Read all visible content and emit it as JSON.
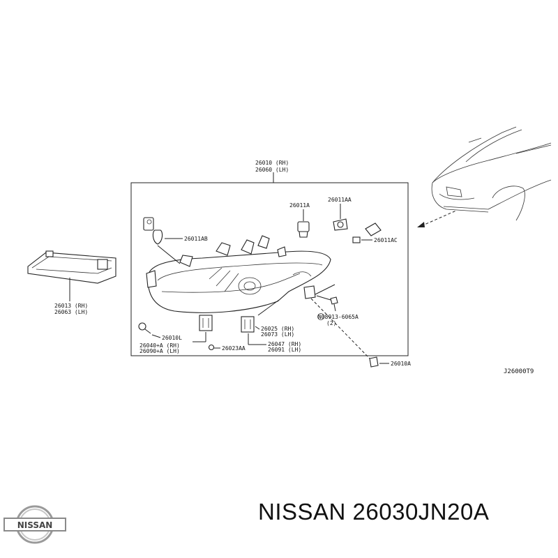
{
  "callouts": {
    "assembly_rh": "26010 (RH)",
    "assembly_lh": "26060 (LH)",
    "bulb_26011A": "26011A",
    "bulb_26011AA": "26011AA",
    "bulb_26011AB": "26011AB",
    "socket_26011AC": "26011AC",
    "bolt_26010L": "26010L",
    "harness_rh": "26040+A (RH)",
    "harness_lh": "26090+A (LH)",
    "screw_26023AA": "26023AA",
    "seal_rh": "26025 (RH)",
    "seal_lh": "26073 (LH)",
    "sub_rh": "26047 (RH)",
    "sub_lh": "26091 (LH)",
    "bolt_code": "N08913-6065A",
    "bolt_qty": "(2)",
    "clip_26010A": "26010A",
    "reflector_rh": "26013 (RH)",
    "reflector_lh": "26063 (LH)",
    "diagram_id": "J26000T9"
  },
  "brand": {
    "logo_text": "NISSAN",
    "caption": "NISSAN 26030JN20A"
  }
}
